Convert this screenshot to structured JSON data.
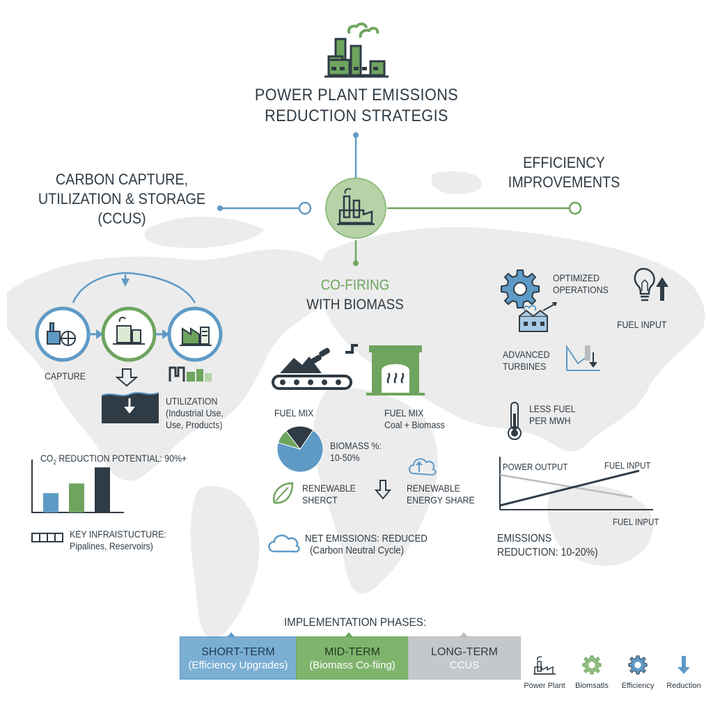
{
  "title": {
    "line1": "POWER PLANT EMISSIONS",
    "line2": "REDUCTION STRATEGIS"
  },
  "branches": {
    "ccus": {
      "line1": "CARBON CAPTURE,",
      "line2": "UTILIZATION & STORAGE",
      "line3": "(CCUS)"
    },
    "efficiency": {
      "line1": "EFFICIENCY",
      "line2": "IMPROVEMENTS"
    },
    "cofiring": {
      "line1": "CO-FIRING",
      "line2": "WITH BIOMASS"
    }
  },
  "ccus_section": {
    "capture_label": "CAPTURE",
    "utilization_label": "UTILIZATION",
    "utilization_sub1": "(Industrial Use,",
    "utilization_sub2": "Use, Products)",
    "reduction_label": "REDUCTION POTENTIAL: 90%+",
    "co2_label": "CO",
    "co2_sub": "2",
    "infra_label": "KEY INFRAISTUCTURE:",
    "infra_sub": "Pipalines, Reservoirs)"
  },
  "cofiring_section": {
    "fuel_mix_left": "FUEL MIX",
    "fuel_mix_right": "FUEL MIX",
    "fuel_mix_sub": "Coal + Biomass",
    "biomass_pct_label": "BIOMASS %:",
    "biomass_pct_value": "10-50%",
    "renewable_left1": "RENEWABLE",
    "renewable_left2": "SHERCT",
    "renewable_right1": "RENEWABLE",
    "renewable_right2": "ENERGY SHARE",
    "net_emissions": "NET EMISSIONS: REDUCED",
    "net_emissions_sub": "(Carbon Neutral Cycle)"
  },
  "efficiency_section": {
    "optimized1": "OPTIMIZED",
    "optimized2": "OPERATIONS",
    "fuel_input_top": "FUEL INPUT",
    "advanced1": "ADVANCED",
    "advanced2": "TURBINES",
    "less_fuel1": "LESS FUEL",
    "less_fuel2": "PER MWH",
    "chart_power_output": "POWER OUTPUT",
    "chart_fuel_input": "FUEL INPUT",
    "chart_x_label": "FUEL INPUT",
    "emissions1": "EMISSIONS",
    "emissions2": "REDUCTION: 10-20%)"
  },
  "phases": {
    "heading": "IMPLEMENTATION PHASES:",
    "items": [
      {
        "name": "SHORT-TERM",
        "detail": "(Efficiency Upgrades)",
        "color": "#5f9ac6"
      },
      {
        "name": "MID-TERM",
        "detail": "(Biomass Co-fiing)",
        "color": "#6ea55e"
      },
      {
        "name": "LONG-TERM",
        "detail": "CCUS",
        "color": "#b9bcbf"
      }
    ]
  },
  "legend": [
    {
      "label": "Power Plant",
      "icon": "factory-icon"
    },
    {
      "label": "Biomsatls",
      "icon": "green-gear-icon"
    },
    {
      "label": "Efficiency",
      "icon": "blue-gear-icon"
    },
    {
      "label": "Reduction",
      "icon": "down-arrow-icon"
    }
  ],
  "colors": {
    "blue": "#5f9ac6",
    "green": "#6ea55e",
    "dark": "#2f3b45",
    "grey": "#b9bcbf"
  },
  "chart_data": {
    "type": "bar",
    "categories": [
      "",
      "",
      ""
    ],
    "values": [
      30,
      45,
      70
    ],
    "title": "REDUCTION POTENTIAL: 90%+",
    "series_colors": [
      "#5f9ac6",
      "#6ea55e",
      "#2f3b45"
    ]
  },
  "pie_data": {
    "type": "pie",
    "values": [
      70,
      10,
      20
    ],
    "colors": [
      "#5f9ac6",
      "#6ea55e",
      "#2f3b45"
    ]
  }
}
